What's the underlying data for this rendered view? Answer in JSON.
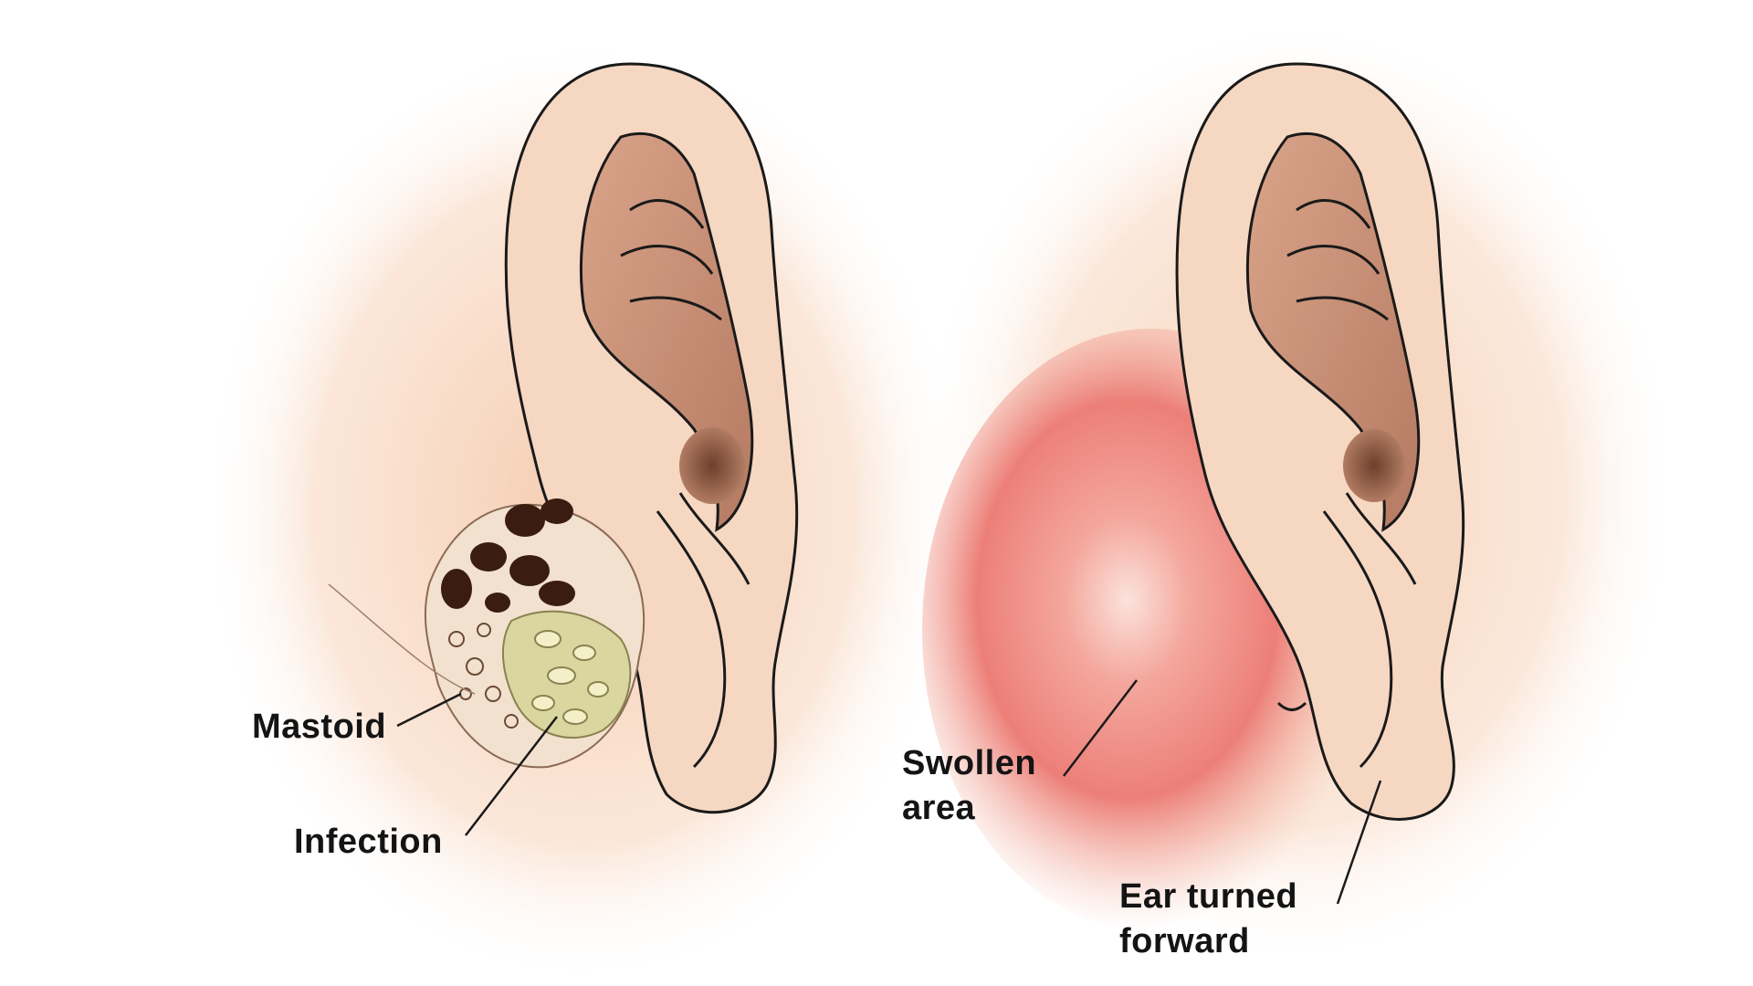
{
  "labels": {
    "mastoid": "Mastoid",
    "infection": "Infection",
    "swollen_line1": "Swollen",
    "swollen_line2": "area",
    "ear_turned_line1": "Ear turned",
    "ear_turned_line2": "forward"
  },
  "colors": {
    "skin_glow": "#f7d3b8",
    "skin": "#f6d7c2",
    "inner_ear": "#c8927a",
    "canal": "#8a5a44",
    "outline": "#1a1a1a",
    "swelling": "#ec7f78",
    "mastoid_cells_dark": "#3a1d10",
    "infection": "#d9d6a0"
  }
}
